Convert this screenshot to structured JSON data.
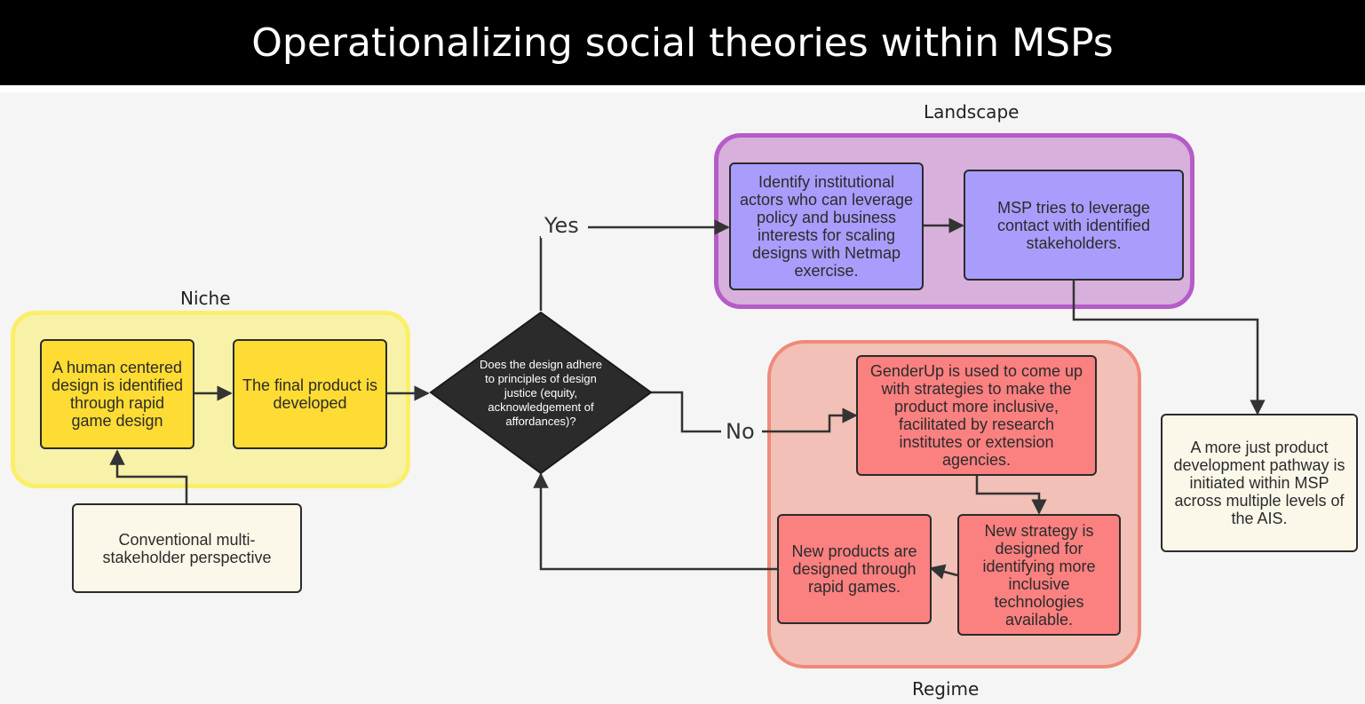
{
  "title": "Operationalizing social theories within MSPs",
  "regions": {
    "niche": "Niche",
    "landscape": "Landscape",
    "regime": "Regime"
  },
  "nodes": {
    "human_centered": "A human centered design is identified through rapid game design",
    "final_product": "The final product is developed",
    "conventional": "Conventional multi-stakeholder perspective",
    "decision": "Does the design adhere to principles of design justice (equity, acknowledgement of affordances)?",
    "identify_actors": "Identify institutional actors who can leverage policy and business interests for scaling designs with Netmap exercise.",
    "msp_leverage": "MSP tries to leverage contact with identified stakeholders.",
    "genderup": "GenderUp is used to come up with strategies to make the product more inclusive, facilitated by research institutes or extension agencies.",
    "new_strategy": "New strategy is designed for identifying more inclusive technologies available.",
    "new_products": "New products are designed through rapid games.",
    "just_pathway": "A more just product development pathway is initiated within MSP across multiple levels of the AIS."
  },
  "edge_labels": {
    "yes": "Yes",
    "no": "No"
  },
  "colors": {
    "title_bg": "#000000",
    "niche_fill": "#f7f2a8",
    "niche_border": "#fbef6a",
    "niche_box": "#ffdc33",
    "landscape_fill": "#d7b0dc",
    "landscape_border": "#b55cc8",
    "landscape_box": "#a89dfc",
    "regime_fill": "#f2c0b6",
    "regime_border": "#ef8a7a",
    "regime_box": "#fb8080",
    "neutral_box": "#fbf8ea",
    "decision_fill": "#2b2b2b"
  }
}
